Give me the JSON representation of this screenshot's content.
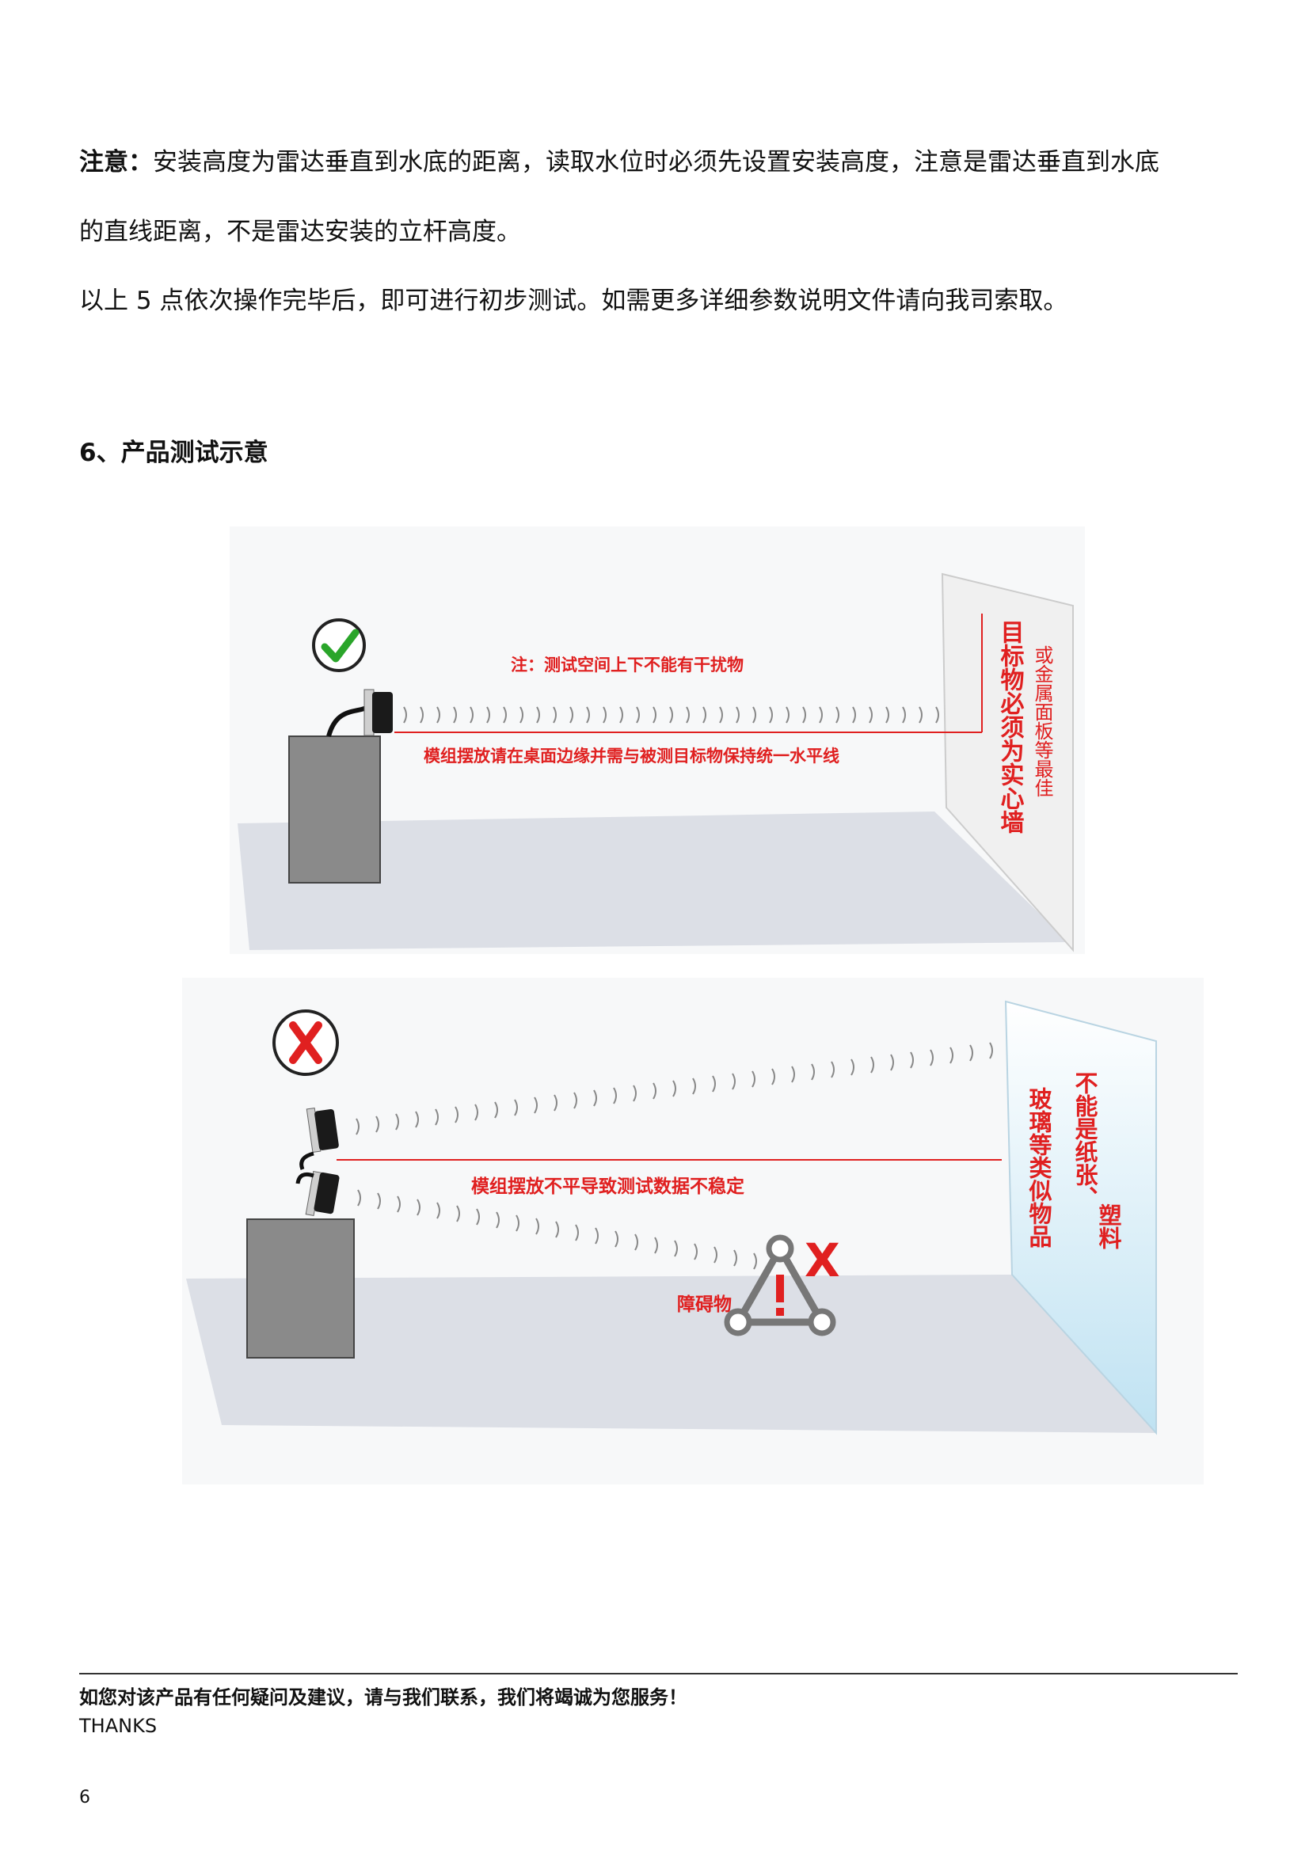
{
  "notice": {
    "label": "注意：",
    "line1": "安装高度为雷达垂直到水底的距离，读取水位时必须先设置安装高度，注意是雷达垂直到水底",
    "line2": "的直线距离，不是雷达安装的立杆高度。"
  },
  "summary": "以上 5 点依次操作完毕后，即可进行初步测试。如需更多详细参数说明文件请向我司索取。",
  "section_title": "6、产品测试示意",
  "figure": {
    "top_panel": {
      "note": "注：测试空间上下不能有干扰物",
      "placement": "模组摆放请在桌面边缘并需与被测目标物保持统一水平线",
      "wall_col1": "目标物必须为实心墙",
      "wall_col2": "或金属面板等最佳",
      "status_icon": "check-icon"
    },
    "bottom_panel": {
      "placement": "模组摆放不平导致测试数据不稳定",
      "obstacle": "障碍物",
      "wall_col1": "不能是纸张、",
      "wall_col2": "玻璃等类似物品",
      "wall_col3": "塑料",
      "status_icon": "cross-icon",
      "obstacle_mark": "X"
    },
    "colors": {
      "accent_red": "#e02020",
      "check_green": "#2aa52a",
      "box_gray": "#8a8a8a"
    }
  },
  "footer": {
    "message": "如您对该产品有任何疑问及建议，请与我们联系，我们将竭诚为您服务！",
    "thanks": "THANKS"
  },
  "page_number": "6"
}
